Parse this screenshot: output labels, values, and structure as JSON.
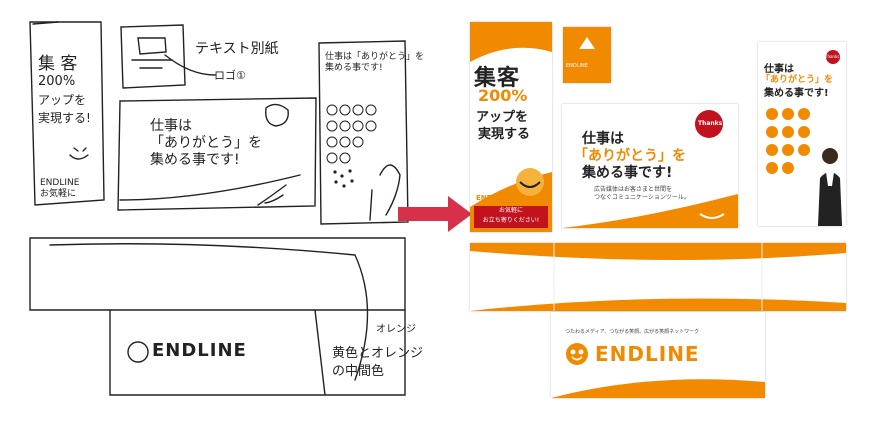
{
  "sketch": {
    "text_label": "テキスト別紙",
    "logo_label": "ロゴ①",
    "tall_left": [
      "集 客",
      "200%",
      "アップを",
      "実現する!"
    ],
    "tall_left_footer": [
      "ENDLINE",
      "お気軽に"
    ],
    "center": [
      "仕事は",
      "「ありがとう」を",
      "集める事です!"
    ],
    "tall_right": [
      "仕事は「ありがとう」を",
      "集める事です!"
    ],
    "bottom_logo": "ENDLINE",
    "note_orange": "オレンジ",
    "note_mix": [
      "黄色とオレンジ",
      "の中間色"
    ]
  },
  "design": {
    "left_banner": {
      "title": "集客",
      "pct": "200%",
      "line2": "アップを",
      "line3": "実現する",
      "logo": "ENDLINE",
      "cta1": "お気軽に",
      "cta2": "お立ち寄りください!"
    },
    "small_panel": {
      "text": "ENDLINE"
    },
    "center_panel": {
      "line1": "仕事は",
      "line2": "「ありがとう」を",
      "line3": "集める事です!",
      "thanks": "Thanks",
      "sub1": "広告媒体はお客さまと世間を",
      "sub2": "つなぐコミュニケーションツール。"
    },
    "right_panel": {
      "line1": "仕事は",
      "line2": "「ありがとう」を",
      "line3": "集める事です!",
      "thanks": "Thanks"
    },
    "bottom_panel": {
      "tagline": "つたわるメディア、つながる笑顔。広がる笑顔ネットワーク",
      "logo": "ENDLINE"
    }
  },
  "colors": {
    "orange": "#f28a00",
    "arrow": "#d6304a",
    "ink": "#222222"
  }
}
